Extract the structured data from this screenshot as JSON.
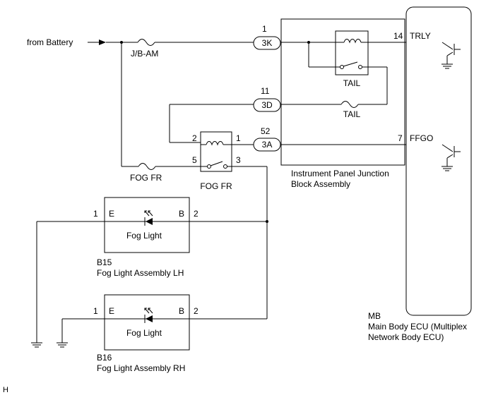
{
  "source": {
    "label": "from Battery"
  },
  "fuses": {
    "jb_am": "J/B-AM",
    "fog_fr": "FOG FR",
    "tail": "TAIL"
  },
  "relays": {
    "tail_relay": "TAIL",
    "fog_relay": "FOG FR",
    "fog_pins": {
      "p1": "1",
      "p2": "2",
      "p3": "3",
      "p5": "5"
    }
  },
  "connectors": [
    {
      "id": "3K",
      "pin": "1"
    },
    {
      "id": "3D",
      "pin": "11"
    },
    {
      "id": "3A",
      "pin": "52"
    }
  ],
  "junction_block": {
    "line1": "Instrument Panel Junction",
    "line2": "Block Assembly"
  },
  "ecu": {
    "code": "MB",
    "line1": "Main Body ECU (Multiplex",
    "line2": "Network Body ECU)",
    "outputs": [
      {
        "pin": "14",
        "name": "TRLY"
      },
      {
        "pin": "7",
        "name": "FFGO"
      }
    ]
  },
  "fog_lh": {
    "code": "B15",
    "name": "Fog Light Assembly LH",
    "inner": "Fog Light",
    "term_e": "E",
    "term_b": "B",
    "pin_left": "1",
    "pin_right": "2"
  },
  "fog_rh": {
    "code": "B16",
    "name": "Fog Light Assembly RH",
    "inner": "Fog Light",
    "term_e": "E",
    "term_b": "B",
    "pin_left": "1",
    "pin_right": "2"
  },
  "corner_mark": "H"
}
